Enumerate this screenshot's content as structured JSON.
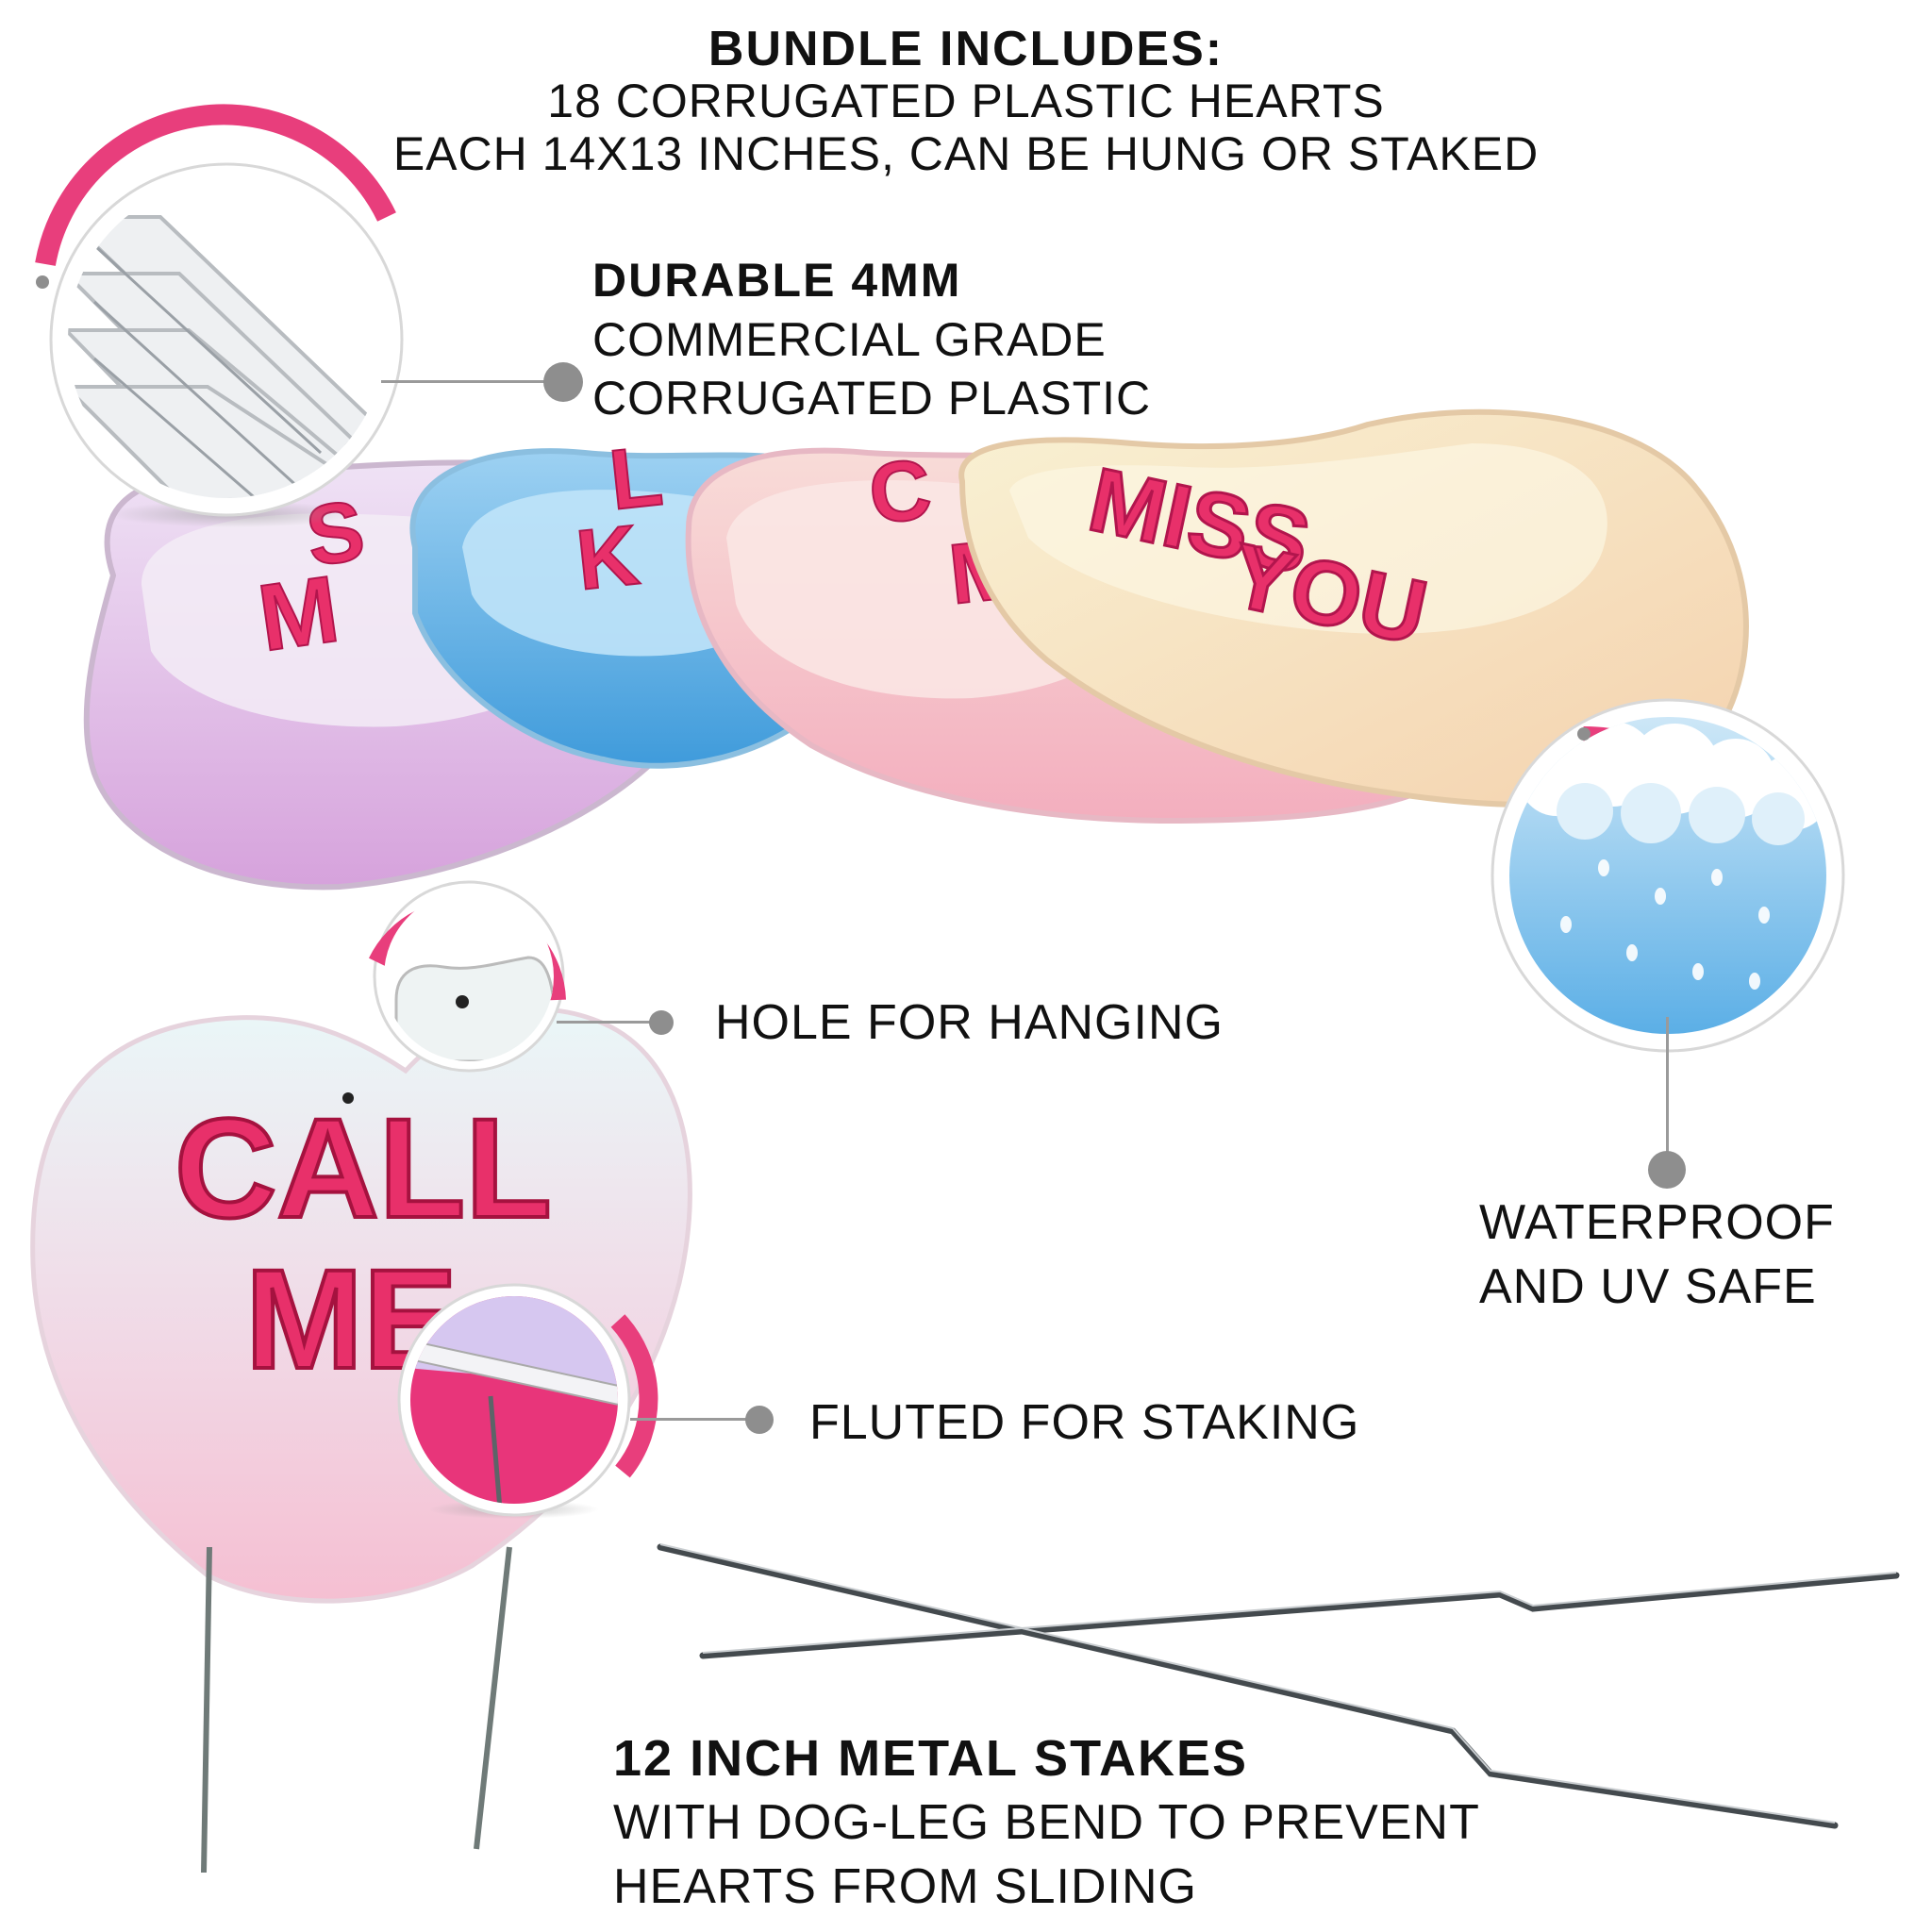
{
  "header": {
    "title": "BUNDLE INCLUDES:",
    "line1": "18 CORRUGATED PLASTIC HEARTS",
    "line2": "EACH 14X13 INCHES, CAN BE HUNG OR STAKED"
  },
  "features": {
    "durable": {
      "title": "DURABLE 4MM",
      "line1": "COMMERCIAL GRADE",
      "line2": "CORRUGATED PLASTIC"
    },
    "hole": {
      "label": "HOLE FOR HANGING"
    },
    "waterproof": {
      "line1": "WATERPROOF",
      "line2": "AND UV SAFE"
    },
    "fluted": {
      "label": "FLUTED FOR STAKING"
    },
    "stakes": {
      "title": "12 INCH METAL STAKES",
      "line1": "WITH DOG-LEG BEND TO PREVENT",
      "line2": "HEARTS FROM SLIDING"
    }
  },
  "hearts": {
    "purple": {
      "line1": "S",
      "line2": "M"
    },
    "blue": {
      "line1": "L",
      "line2": "K"
    },
    "peach": {
      "line1": "C",
      "line2": "M"
    },
    "yellow": {
      "line1": "MISS",
      "line2": "YOU"
    },
    "front": {
      "line1": "CALL",
      "line2": "ME"
    }
  },
  "colors": {
    "accent": "#e83e7c",
    "heart_text": "#e8306a",
    "purple_heart": "#d9a8e0",
    "blue_heart": "#4fa6e0",
    "peach_heart": "#f5b9c4",
    "yellow_heart": "#f6e0b8",
    "front_heart_top": "#e8f4f7",
    "front_heart_bottom": "#f4c6d7"
  }
}
